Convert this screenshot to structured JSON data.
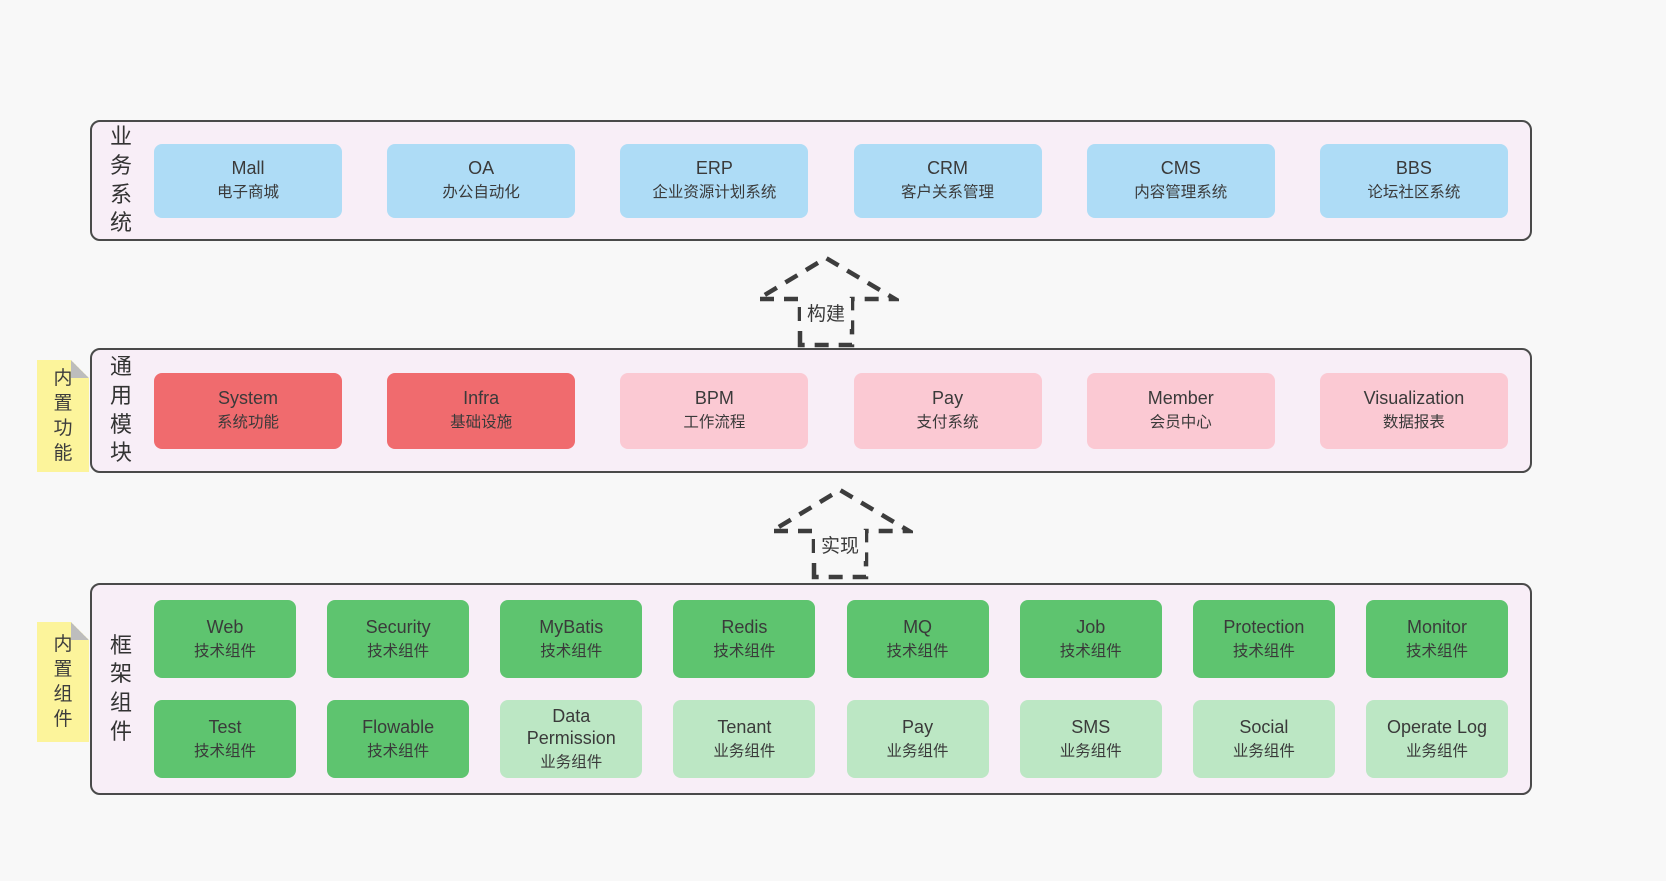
{
  "diagram": {
    "description": "layered architecture diagram"
  },
  "colors": {
    "page_background": "#f8f8f8",
    "layer_background": "#f8eef7",
    "layer_border": "#4a4a4a",
    "blue_box": "#aedcf6",
    "red_box": "#f06b6e",
    "pink_box": "#fbc9d3",
    "green_box": "#5ec46f",
    "light_green_box": "#bce7c4",
    "note_background": "#fcf49b",
    "note_fold": "#bdbdbd",
    "text": "#3a3a3a"
  },
  "layers": [
    {
      "label": "业务系统",
      "rows": [
        [
          {
            "name": "Mall",
            "desc": "电子商城",
            "type": "blue"
          },
          {
            "name": "OA",
            "desc": "办公自动化",
            "type": "blue"
          },
          {
            "name": "ERP",
            "desc": "企业资源计划系统",
            "type": "blue"
          },
          {
            "name": "CRM",
            "desc": "客户关系管理",
            "type": "blue"
          },
          {
            "name": "CMS",
            "desc": "内容管理系统",
            "type": "blue"
          },
          {
            "name": "BBS",
            "desc": "论坛社区系统",
            "type": "blue"
          }
        ]
      ]
    },
    {
      "label": "通用模块",
      "note": "内置功能",
      "rows": [
        [
          {
            "name": "System",
            "desc": "系统功能",
            "type": "red"
          },
          {
            "name": "Infra",
            "desc": "基础设施",
            "type": "red"
          },
          {
            "name": "BPM",
            "desc": "工作流程",
            "type": "pink"
          },
          {
            "name": "Pay",
            "desc": "支付系统",
            "type": "pink"
          },
          {
            "name": "Member",
            "desc": "会员中心",
            "type": "pink"
          },
          {
            "name": "Visualization",
            "desc": "数据报表",
            "type": "pink"
          }
        ]
      ]
    },
    {
      "label": "框架组件",
      "note": "内置组件",
      "rows": [
        [
          {
            "name": "Web",
            "desc": "技术组件",
            "type": "green"
          },
          {
            "name": "Security",
            "desc": "技术组件",
            "type": "green"
          },
          {
            "name": "MyBatis",
            "desc": "技术组件",
            "type": "green"
          },
          {
            "name": "Redis",
            "desc": "技术组件",
            "type": "green"
          },
          {
            "name": "MQ",
            "desc": "技术组件",
            "type": "green"
          },
          {
            "name": "Job",
            "desc": "技术组件",
            "type": "green"
          },
          {
            "name": "Protection",
            "desc": "技术组件",
            "type": "green"
          },
          {
            "name": "Monitor",
            "desc": "技术组件",
            "type": "green"
          }
        ],
        [
          {
            "name": "Test",
            "desc": "技术组件",
            "type": "green"
          },
          {
            "name": "Flowable",
            "desc": "技术组件",
            "type": "green"
          },
          {
            "name": "Data Permission",
            "desc": "业务组件",
            "type": "lightgreen"
          },
          {
            "name": "Tenant",
            "desc": "业务组件",
            "type": "lightgreen"
          },
          {
            "name": "Pay",
            "desc": "业务组件",
            "type": "lightgreen"
          },
          {
            "name": "SMS",
            "desc": "业务组件",
            "type": "lightgreen"
          },
          {
            "name": "Social",
            "desc": "业务组件",
            "type": "lightgreen"
          },
          {
            "name": "Operate Log",
            "desc": "业务组件",
            "type": "lightgreen"
          }
        ]
      ]
    }
  ],
  "arrows": [
    {
      "label": "构建"
    },
    {
      "label": "实现"
    }
  ]
}
